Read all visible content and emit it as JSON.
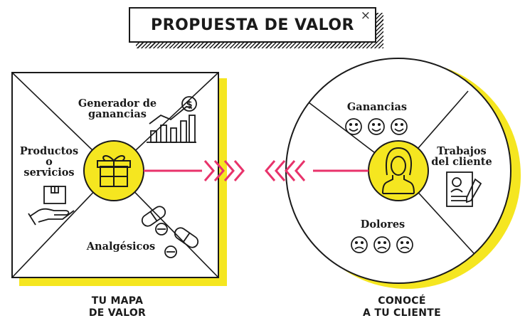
{
  "title": "PROPUESTA DE VALOR",
  "close_glyph": "×",
  "value_map": {
    "gain_creators_line1": "Generador de",
    "gain_creators_line2": "ganancias",
    "products_line1": "Productos",
    "products_line2": "o",
    "products_line3": "servicios",
    "pain_relievers": "Analgésicos",
    "caption_line1": "TU MAPA",
    "caption_line2": "DE VALOR"
  },
  "customer_profile": {
    "gains": "Ganancias",
    "jobs_line1": "Trabajos",
    "jobs_line2": "del cliente",
    "pains": "Dolores",
    "caption_line1": "CONOCÉ",
    "caption_line2": "A TU CLIENTE"
  },
  "colors": {
    "accent_yellow": "#f5e620",
    "accent_pink": "#e8336b",
    "ink": "#1a1a1a"
  },
  "icons": [
    "dollar-coin-icon",
    "bar-chart-icon",
    "gift-icon",
    "box-in-hand-icon",
    "pills-icon",
    "smile-face-icon",
    "sad-face-icon",
    "woman-avatar-icon",
    "profile-document-icon"
  ]
}
